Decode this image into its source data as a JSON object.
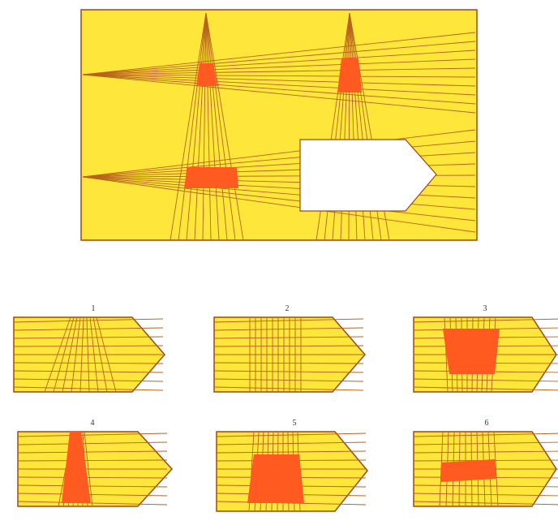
{
  "colors": {
    "paper": "#ffe63a",
    "line": "#b8621a",
    "frame": "#9a4a14",
    "overlap": "#ff5a1f",
    "hole": "#ffffff",
    "page": "#ffffff"
  },
  "options": [
    {
      "number": "1",
      "pattern": "crossing-lines-no-fill"
    },
    {
      "number": "2",
      "pattern": "grid-lines-no-fill"
    },
    {
      "number": "3",
      "pattern": "large-trapezoid-fill"
    },
    {
      "number": "4",
      "pattern": "vertical-triangle-fill"
    },
    {
      "number": "5",
      "pattern": "square-trapezoid-fill"
    },
    {
      "number": "6",
      "pattern": "horizontal-band-fill"
    }
  ]
}
